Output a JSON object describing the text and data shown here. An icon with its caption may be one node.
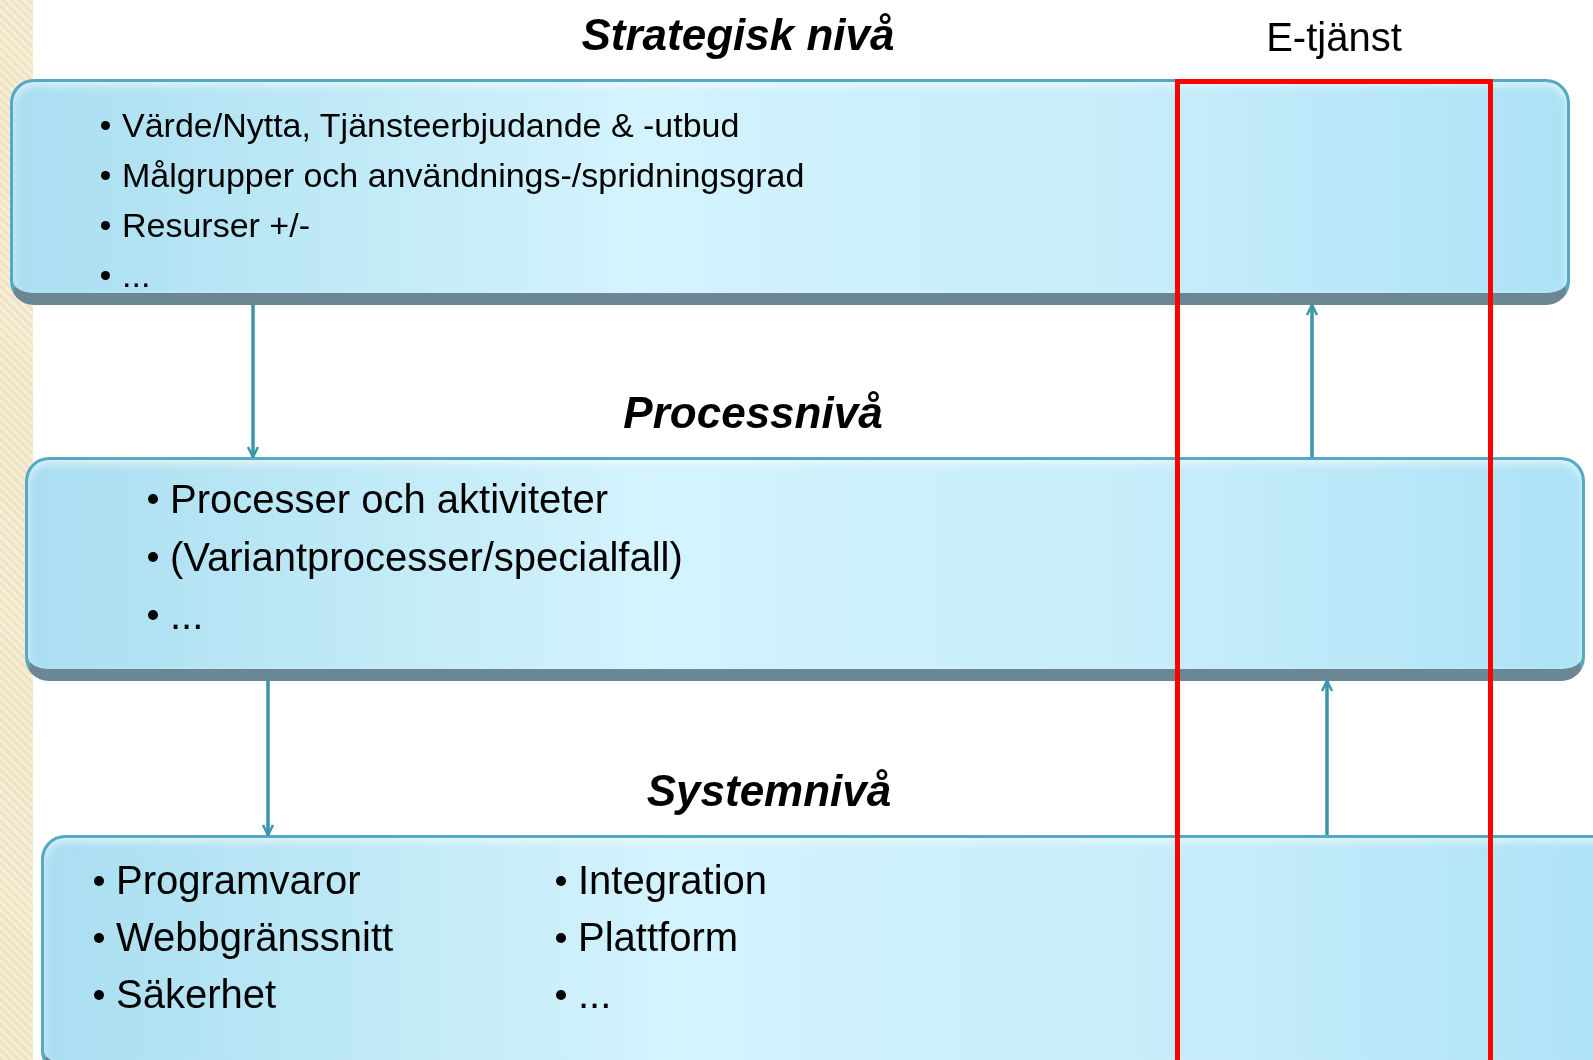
{
  "diagram": {
    "nodes": [
      {
        "text": [
          "Strategisk nivå",
          "Värde/Nytta, Tjänsteerbjudande & -utbud",
          "Målgrupper och användnings-/spridningsgrad",
          "Resurser +/-",
          "..."
        ]
      },
      {
        "text": [
          "Processnivå",
          "Processer och aktiviteter",
          "(Variantprocesser/specialfall)",
          "..."
        ]
      },
      {
        "text": [
          "Systemnivå",
          "Programvaror",
          "Webbgränssnitt",
          "Säkerhet",
          "Integration",
          "Plattform",
          "..."
        ]
      }
    ],
    "labels": [
      "E-tjänst"
    ],
    "edges": [
      {
        "from": 0,
        "to": 1,
        "arrow": "to"
      },
      {
        "from": 1,
        "to": 2,
        "arrow": "to"
      },
      {
        "from": 2,
        "to": 1,
        "arrow": "to"
      },
      {
        "from": 1,
        "to": 0,
        "arrow": "to"
      }
    ]
  }
}
